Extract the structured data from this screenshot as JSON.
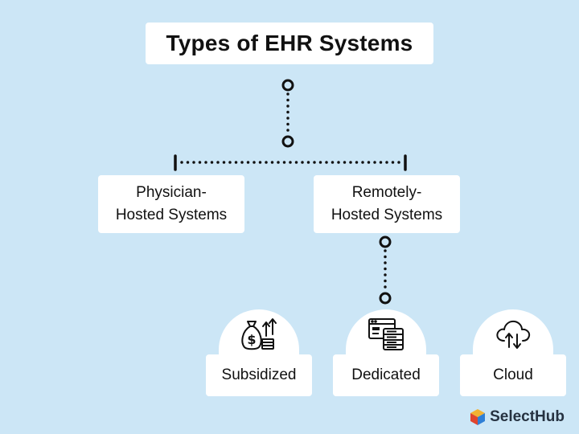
{
  "diagram": {
    "title": "Types of EHR Systems",
    "categories": [
      {
        "line1": "Physician-",
        "line2": "Hosted Systems"
      },
      {
        "line1": "Remotely-",
        "line2": "Hosted Systems"
      }
    ],
    "subtypes": [
      {
        "label": "Subsidized",
        "icon": "money-bag-icon"
      },
      {
        "label": "Dedicated",
        "icon": "server-icon"
      },
      {
        "label": "Cloud",
        "icon": "cloud-sync-icon"
      }
    ]
  },
  "brand": {
    "name": "SelectHub"
  },
  "colors": {
    "background": "#cce6f6",
    "box": "#ffffff",
    "line": "#111111"
  }
}
